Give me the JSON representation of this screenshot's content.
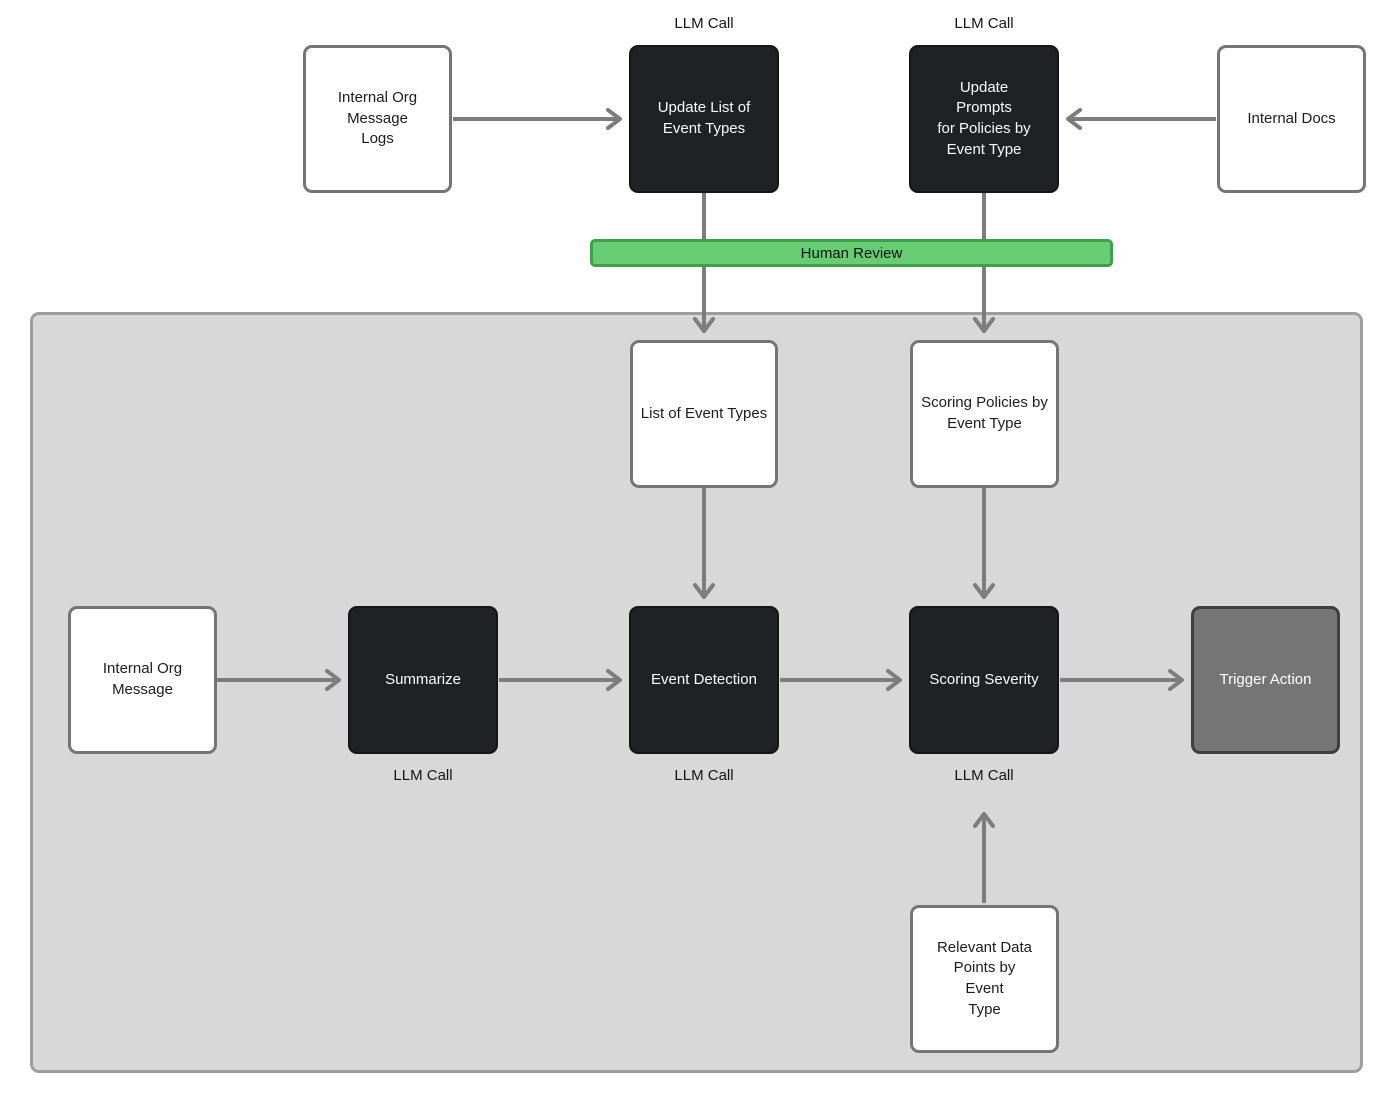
{
  "labels": {
    "llm_call": "LLM Call",
    "human_review": "Human Review"
  },
  "nodes": {
    "internal_org_message_logs": "Internal Org\nMessage\nLogs",
    "update_list_of_event_types": "Update List of\nEvent Types",
    "update_prompts_for_policies": "Update Prompts\nfor Policies by\nEvent Type",
    "internal_docs": "Internal Docs",
    "list_of_event_types": "List of Event Types",
    "scoring_policies_by_event_type": "Scoring Policies by\nEvent Type",
    "internal_org_message": "Internal Org\nMessage",
    "summarize": "Summarize",
    "event_detection": "Event Detection",
    "scoring_severity": "Scoring Severity",
    "trigger_action": "Trigger Action",
    "relevant_data_points": "Relevant Data\nPoints by Event\nType"
  },
  "colors": {
    "node_dark_fill": "#202125",
    "node_white_fill": "#ffffff",
    "node_border_gray": "#757575",
    "trigger_fill": "#757575",
    "trigger_border": "#3f3f3f",
    "container_fill": "#d8d8d8",
    "container_border": "#9e9e9e",
    "human_review_fill": "#67cd73",
    "human_review_border": "#3ea04a",
    "arrow_gray": "#7d7d7d",
    "text_dark": "#1c1c1e",
    "text_light": "#fafafa"
  }
}
